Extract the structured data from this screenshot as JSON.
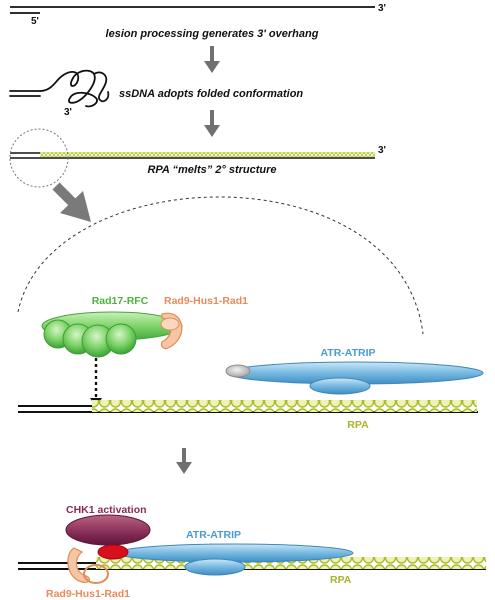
{
  "steps": {
    "step1_caption": "lesion processing generates 3' overhang",
    "step2_caption": "ssDNA adopts folded conformation",
    "step3_caption": "RPA “melts” 2° structure"
  },
  "ends": {
    "five_prime": "5'",
    "three_prime_top": "3'",
    "three_prime_fold": "3'",
    "three_prime_rpa": "3'"
  },
  "proteins": {
    "rad17_rfc": "Rad17-RFC",
    "rad9_hus1_rad1_top": "Rad9-Hus1-Rad1",
    "atr_atrip_top": "ATR-ATRIP",
    "rpa_mid": "RPA",
    "chk1": "CHK1 activation",
    "atr_atrip_bottom": "ATR-ATRIP",
    "rad9_hus1_rad1_bottom": "Rad9-Hus1-Rad1",
    "rpa_bottom": "RPA"
  },
  "colors": {
    "rad17_green": "#6fcf5a",
    "rad9_orange": "#f0a070",
    "atr_blue": "#6fb3db",
    "rpa_yellow": "#c8d84a",
    "chk1_purple": "#8a2a5a",
    "activation_red": "#d8101e",
    "arrow_gray": "#707070"
  }
}
